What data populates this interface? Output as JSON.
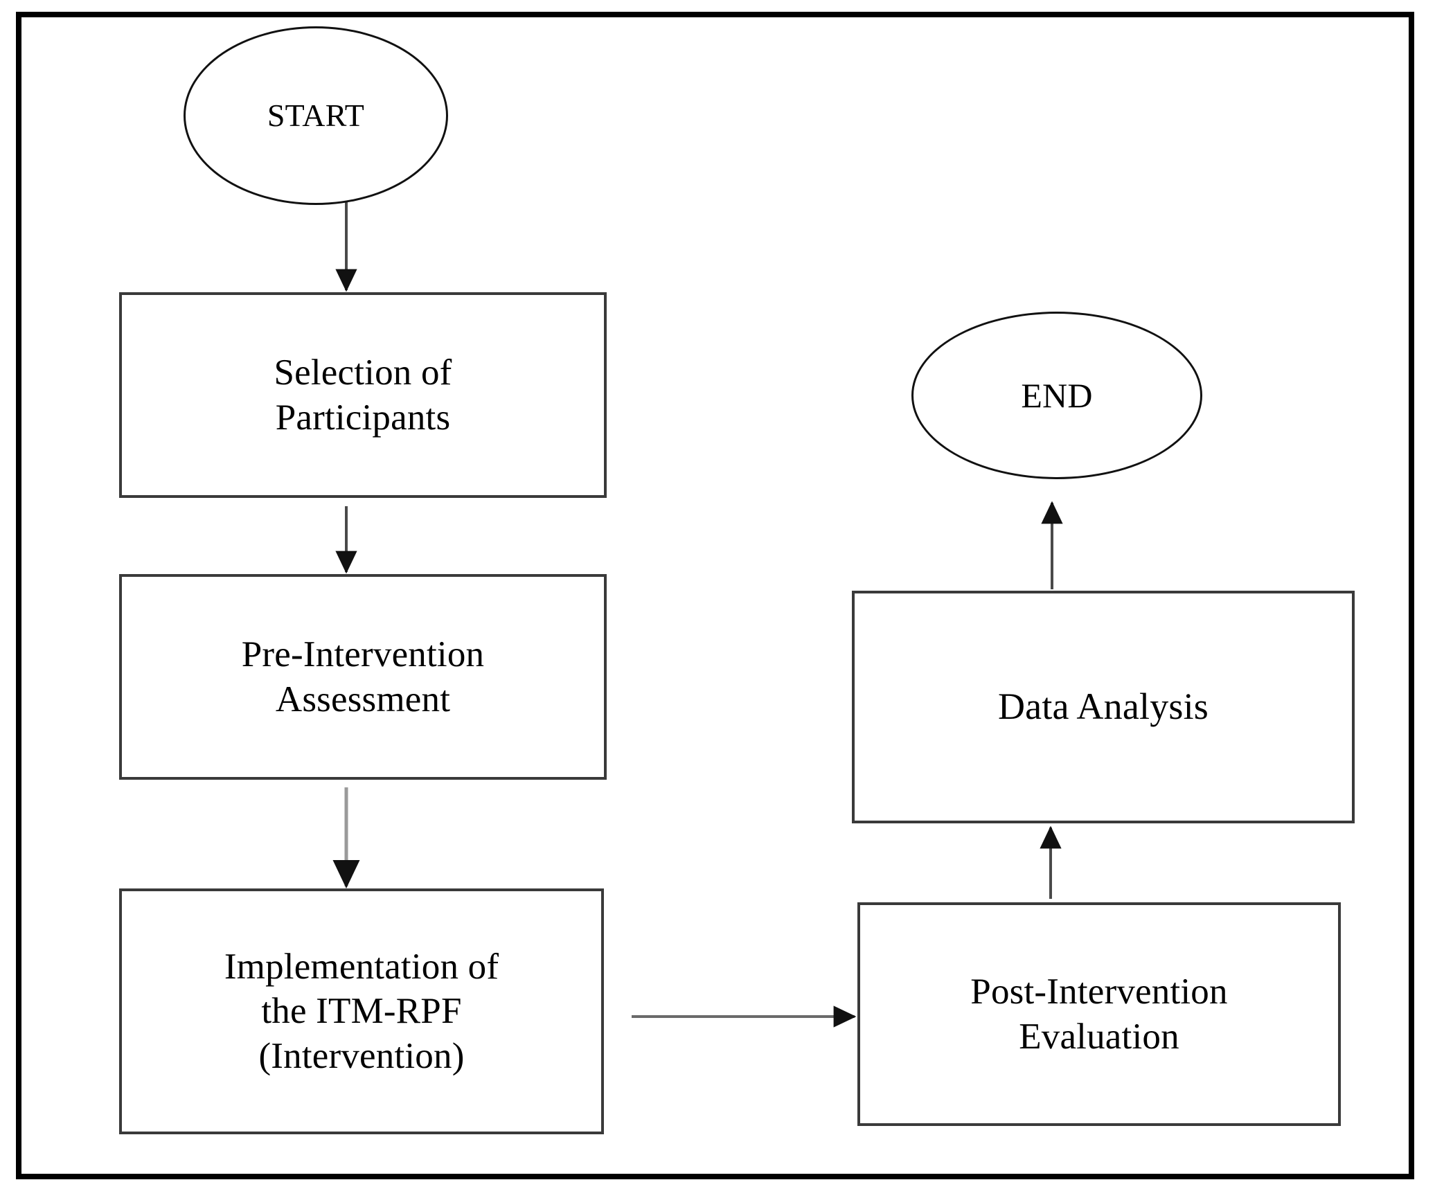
{
  "figure": {
    "type": "flowchart",
    "orientation": "two-column top-to-bottom then right column bottom-to-top",
    "frame_color": "#000000",
    "node_border_color": "#3a3a3a",
    "connector_color": "#4a4a4a",
    "background": "#ffffff"
  },
  "nodes": [
    {
      "id": "start",
      "shape": "ellipse",
      "label": "START"
    },
    {
      "id": "selection",
      "shape": "rectangle",
      "label": "Selection of\nParticipants"
    },
    {
      "id": "pre_assessment",
      "shape": "rectangle",
      "label": "Pre-Intervention\nAssessment"
    },
    {
      "id": "implementation",
      "shape": "rectangle",
      "label": "Implementation of\nthe ITM-RPF\n(Intervention)"
    },
    {
      "id": "post_evaluation",
      "shape": "rectangle",
      "label": "Post-Intervention\nEvaluation"
    },
    {
      "id": "data_analysis",
      "shape": "rectangle",
      "label": "Data Analysis"
    },
    {
      "id": "end",
      "shape": "ellipse",
      "label": "END"
    }
  ],
  "edges": [
    {
      "from": "start",
      "to": "selection",
      "direction": "down"
    },
    {
      "from": "selection",
      "to": "pre_assessment",
      "direction": "down"
    },
    {
      "from": "pre_assessment",
      "to": "implementation",
      "direction": "down"
    },
    {
      "from": "implementation",
      "to": "post_evaluation",
      "direction": "right"
    },
    {
      "from": "post_evaluation",
      "to": "data_analysis",
      "direction": "up"
    },
    {
      "from": "data_analysis",
      "to": "end",
      "direction": "up"
    }
  ]
}
